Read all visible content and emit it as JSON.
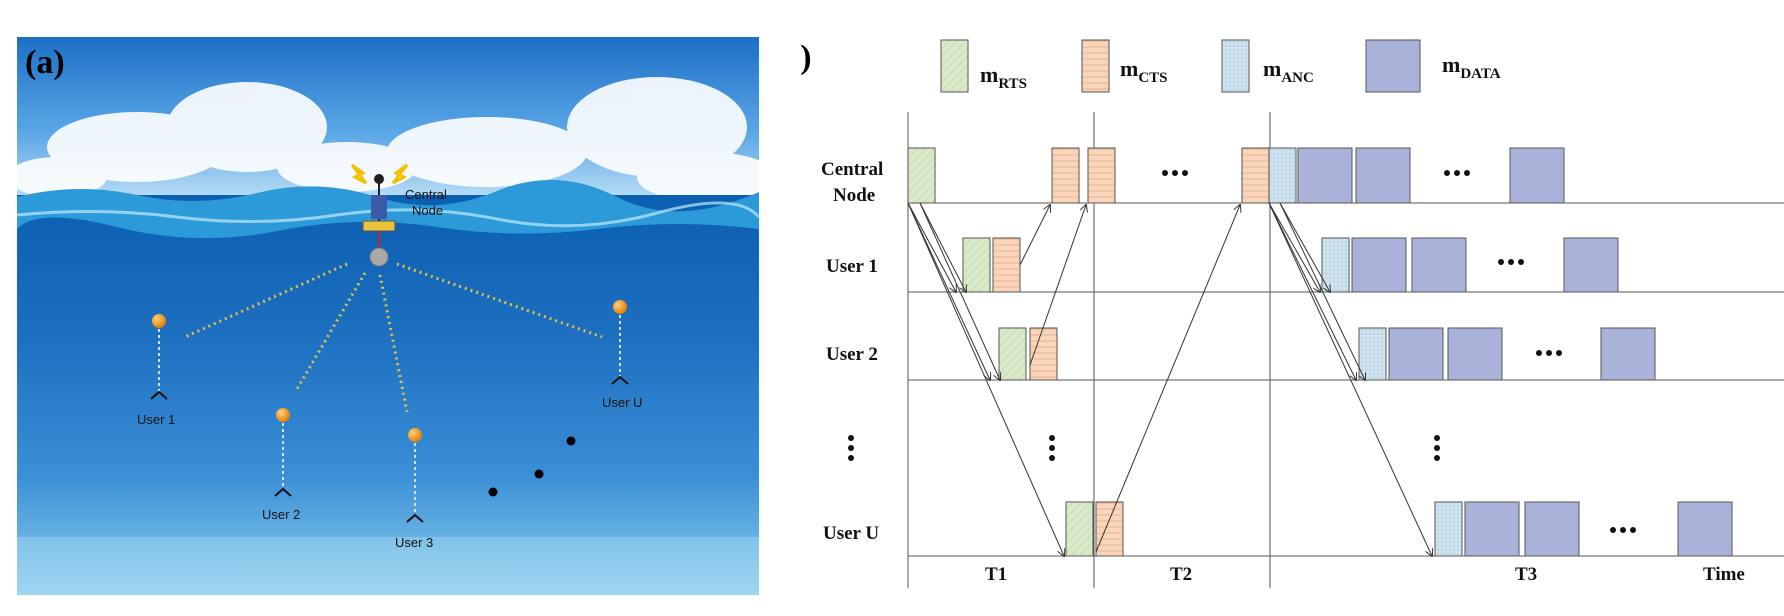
{
  "panel_a": {
    "label": "(a)",
    "central_node_label_line1": "Central",
    "central_node_label_line2": "Node",
    "users": [
      "User 1",
      "User 2",
      "User 3",
      "User U"
    ]
  },
  "panel_b": {
    "label": "(b)",
    "legend": [
      {
        "main": "m",
        "sub": "RTS",
        "color": "#d9e9c9"
      },
      {
        "main": "m",
        "sub": "CTS",
        "color": "#f9d6bb"
      },
      {
        "main": "m",
        "sub": "ANC",
        "color": "#cfe2ef"
      },
      {
        "main": "m",
        "sub": "DATA",
        "color": "#aab2da"
      }
    ],
    "rows": {
      "central_line1": "Central",
      "central_line2": "Node",
      "user1": "User 1",
      "user2": "User 2",
      "userU": "User U"
    },
    "phases": [
      "T1",
      "T2",
      "T3"
    ],
    "time_label": "Time"
  }
}
